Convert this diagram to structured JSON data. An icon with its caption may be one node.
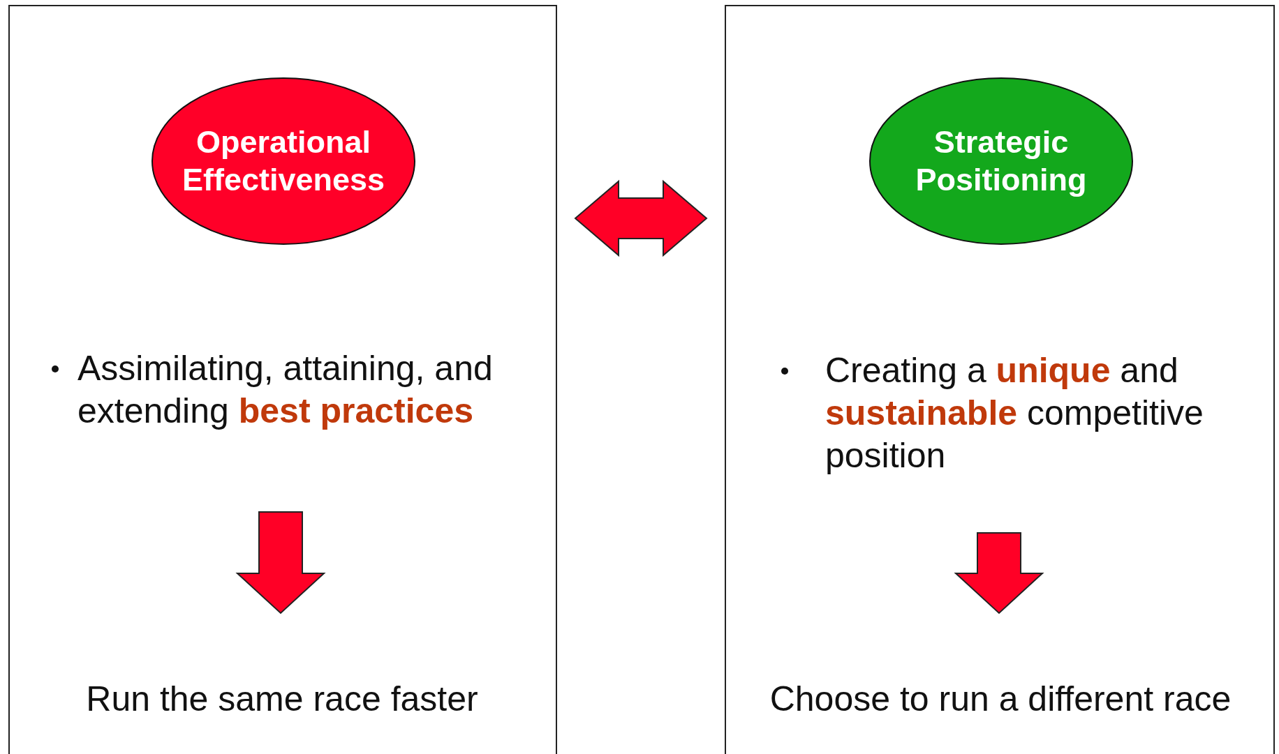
{
  "diagram": {
    "nodes": [
      {
        "text": [],
        "shape": "box"
      },
      {
        "text": [
          "Operational Effectiveness"
        ],
        "in": 0
      },
      {
        "text": [
          "Assimilating, attaining, and extending **best practices**"
        ],
        "in": 0
      },
      {
        "text": [
          "Run the same race faster"
        ],
        "in": 0
      },
      {
        "text": [],
        "shape": "box"
      },
      {
        "text": [
          "Strategic Positioning"
        ],
        "in": 4
      },
      {
        "text": [
          "Creating a **unique** and **sustainable** competitive position"
        ],
        "in": 4
      },
      {
        "text": [
          "Choose to run a different race"
        ],
        "in": 4
      }
    ],
    "edges": [
      {
        "from": 2,
        "to": 3,
        "arrow": "to"
      },
      {
        "from": 6,
        "to": 7,
        "arrow": "to"
      },
      {
        "from": 0,
        "to": 4,
        "arrow": "both"
      }
    ]
  }
}
